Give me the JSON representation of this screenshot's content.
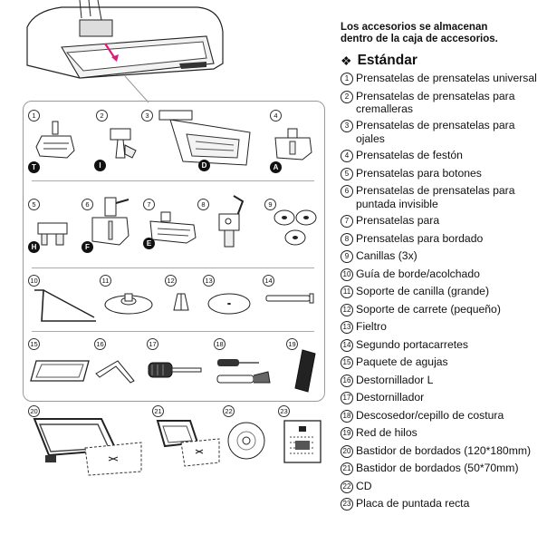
{
  "header": {
    "line1": "Los accesorios se almacenan",
    "line2": "dentro de la caja de accesorios."
  },
  "section": {
    "icon": "diamond-icon",
    "title": "Estándar"
  },
  "accessories": [
    {
      "n": "1",
      "label": "Prensatelas de prensatelas universal",
      "badge": "T"
    },
    {
      "n": "2",
      "label": "Prensatelas de prensatelas para cremalleras",
      "badge": "I"
    },
    {
      "n": "3",
      "label": "Prensatelas de prensatelas para ojales",
      "badge": "D"
    },
    {
      "n": "4",
      "label": "Prensatelas de festón",
      "badge": "A"
    },
    {
      "n": "5",
      "label": "Prensatelas para botones",
      "badge": "H"
    },
    {
      "n": "6",
      "label": "Prensatelas de prensatelas para puntada invisible",
      "badge": "F"
    },
    {
      "n": "7",
      "label": "Prensatelas para",
      "badge": "E"
    },
    {
      "n": "8",
      "label": "Prensatelas para bordado"
    },
    {
      "n": "9",
      "label": "Canillas (3x)"
    },
    {
      "n": "10",
      "label": "Guía de borde/acolchado"
    },
    {
      "n": "11",
      "label": "Soporte de canilla (grande)"
    },
    {
      "n": "12",
      "label": "Soporte de carrete (pequeño)"
    },
    {
      "n": "13",
      "label": "Fieltro"
    },
    {
      "n": "14",
      "label": "Segundo portacarretes"
    },
    {
      "n": "15",
      "label": "Paquete de agujas"
    },
    {
      "n": "16",
      "label": "Destornillador L"
    },
    {
      "n": "17",
      "label": "Destornillador"
    },
    {
      "n": "18",
      "label": "Descosedor/cepillo de costura"
    },
    {
      "n": "19",
      "label": "Red de hilos"
    },
    {
      "n": "20",
      "label": "Bastidor de bordados (120*180mm)"
    },
    {
      "n": "21",
      "label": "Bastidor de bordados (50*70mm)"
    },
    {
      "n": "22",
      "label": "CD"
    },
    {
      "n": "23",
      "label": "Placa de puntada recta"
    }
  ]
}
